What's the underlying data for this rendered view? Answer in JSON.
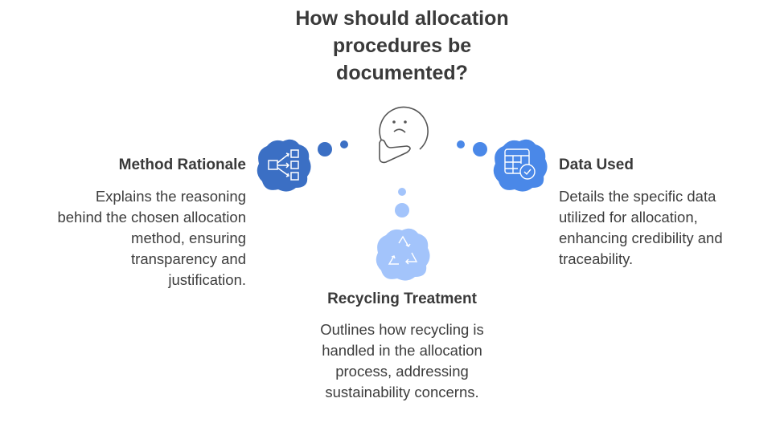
{
  "title": "How should allocation procedures be documented?",
  "colors": {
    "method": "#3b6fc4",
    "data": "#4a88e8",
    "recycling": "#a3c4fb",
    "text": "#3a3a3a",
    "icon_stroke": "#ffffff",
    "face_stroke": "#555555"
  },
  "center_icon": "thinking-face-icon",
  "items": [
    {
      "id": "method-rationale",
      "heading": "Method Rationale",
      "description_lines": [
        "Explains the reasoning",
        "behind the chosen allocation",
        "method, ensuring",
        "transparency and",
        "justification."
      ],
      "icon": "flow-hierarchy-icon"
    },
    {
      "id": "data-used",
      "heading": "Data Used",
      "description_lines": [
        "Details the specific data",
        "utilized for allocation,",
        "enhancing credibility and",
        "traceability."
      ],
      "icon": "table-check-icon"
    },
    {
      "id": "recycling-treatment",
      "heading": "Recycling Treatment",
      "description_lines": [
        "Outlines how recycling is",
        "handled in the allocation",
        "process, addressing",
        "sustainability concerns."
      ],
      "icon": "recycle-icon"
    }
  ]
}
